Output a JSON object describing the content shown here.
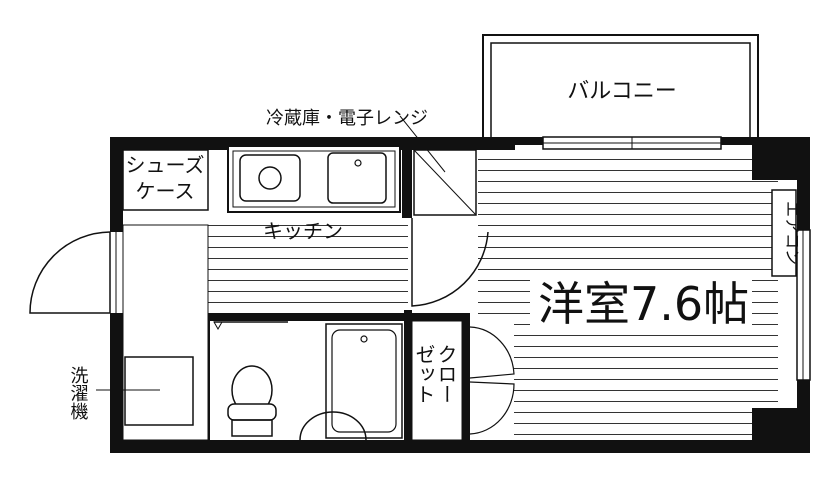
{
  "labels": {
    "balcony": "バルコニー",
    "fridge_microwave": "冷蔵庫・電子レンジ",
    "shoe_case_line1": "シューズ",
    "shoe_case_line2": "ケース",
    "kitchen": "キッチン",
    "aircon": "エアコン",
    "room": "洋室7.6帖",
    "closet_col1": "クロー",
    "closet_col2": "ゼット",
    "washer": "洗濯機"
  },
  "colors": {
    "wall": "#111111",
    "floor_lines": "#333333",
    "background": "#ffffff"
  }
}
